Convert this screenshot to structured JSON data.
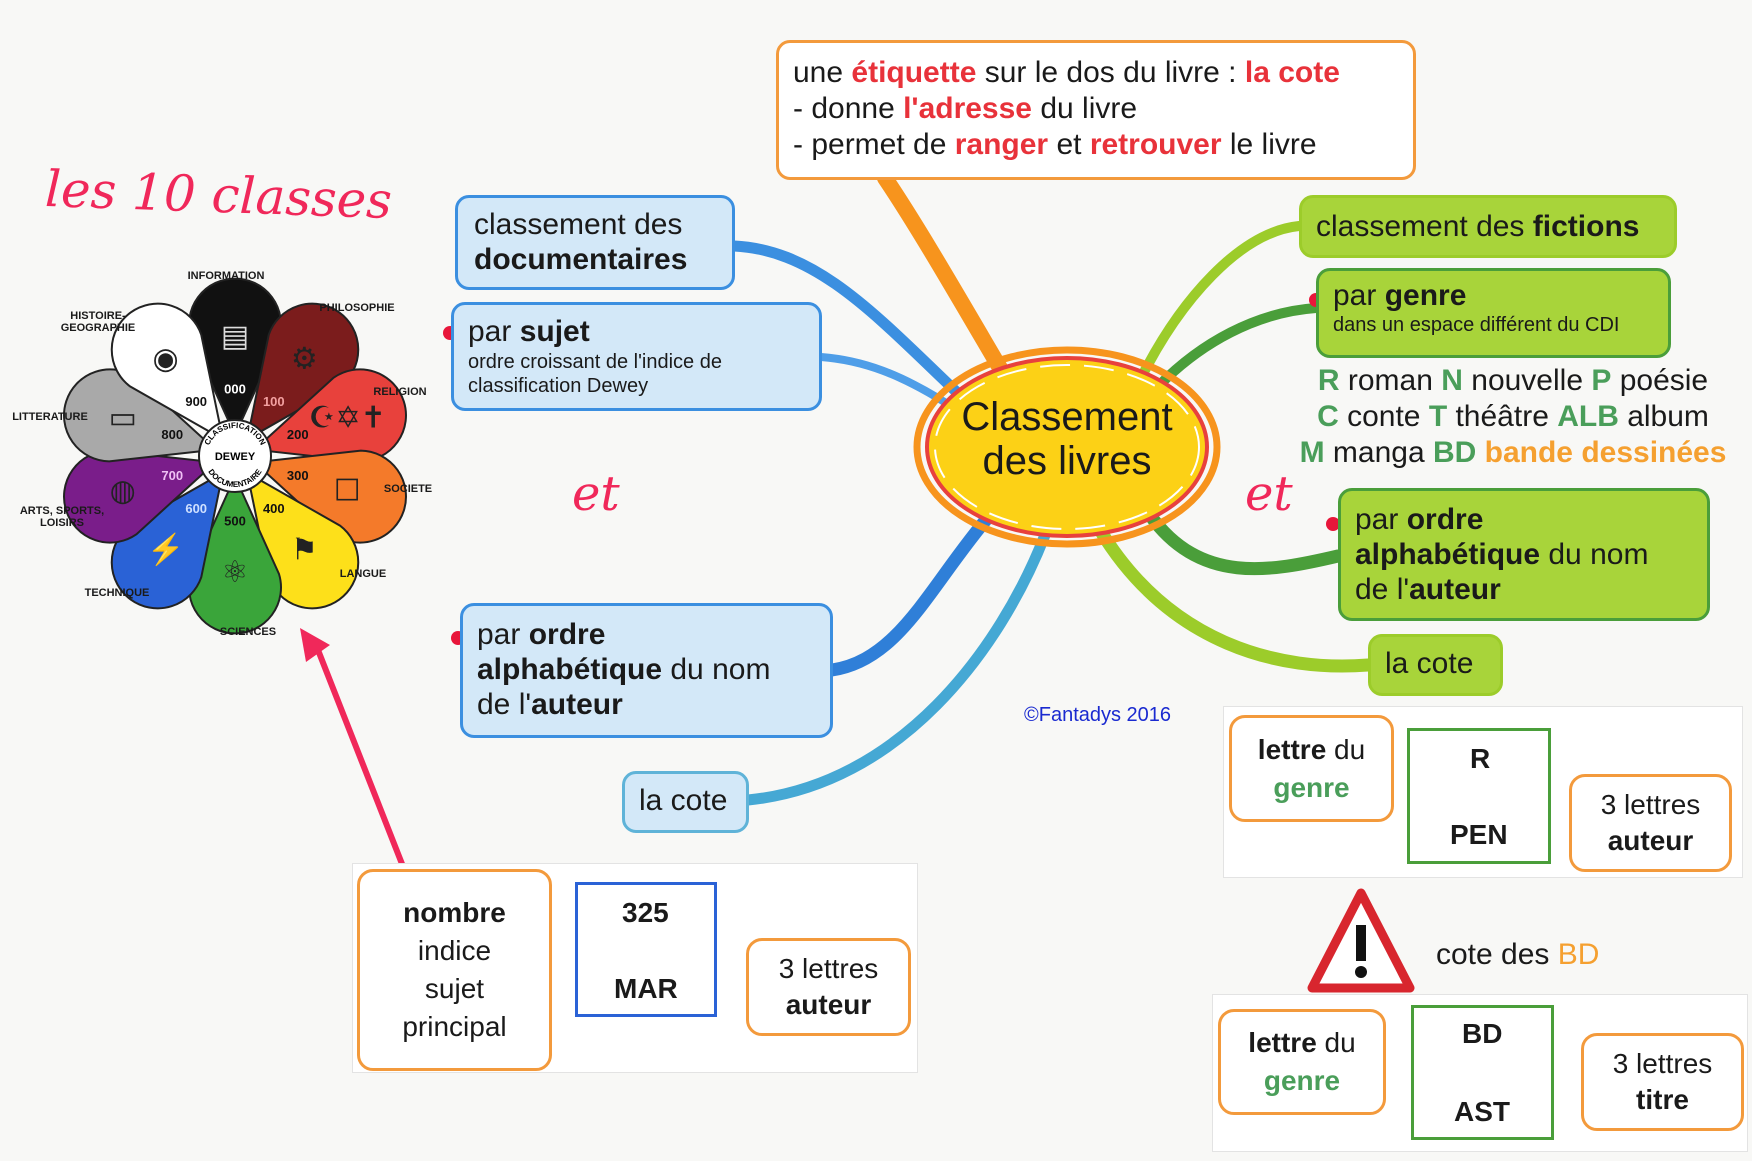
{
  "title_handwritten": "les 10 classes",
  "dewey": {
    "center": {
      "top": "CLASSIFICATION",
      "middle": "DEWEY",
      "bottom": "DOCUMENTAIRE"
    },
    "classes": [
      {
        "code": "000",
        "label": "INFORMATION",
        "color": "#111111",
        "text_color": "#ffffff",
        "icon": "newspaper-icon",
        "glyph": "▤"
      },
      {
        "code": "100",
        "label": "PHILOSOPHIE",
        "color": "#7b1c1c",
        "text_color": "#f2a0a0",
        "icon": "thinking-head-icon",
        "glyph": "⚙"
      },
      {
        "code": "200",
        "label": "RELIGION",
        "color": "#e8413c",
        "text_color": "#111111",
        "icon": "religion-symbols-icon",
        "glyph": "☪✡✝"
      },
      {
        "code": "300",
        "label": "SOCIETE",
        "color": "#f47a2a",
        "text_color": "#111111",
        "icon": "ballot-box-icon",
        "glyph": "☐"
      },
      {
        "code": "400",
        "label": "LANGUE",
        "color": "#fde01a",
        "text_color": "#111111",
        "icon": "flags-icon",
        "glyph": "⚑"
      },
      {
        "code": "500",
        "label": "SCIENCES",
        "color": "#3aa53a",
        "text_color": "#111111",
        "icon": "atom-icon",
        "glyph": "⚛"
      },
      {
        "code": "600",
        "label": "TECHNIQUE",
        "color": "#2a62d6",
        "text_color": "#cfe0ff",
        "icon": "power-plant-icon",
        "glyph": "⚡"
      },
      {
        "code": "700",
        "label": "ARTS, SPORTS, LOISIRS",
        "color": "#7a1d8a",
        "text_color": "#f0c0f5",
        "icon": "palette-icon",
        "glyph": "◍"
      },
      {
        "code": "800",
        "label": "LITTERATURE",
        "color": "#a9a9a9",
        "text_color": "#111111",
        "icon": "open-book-icon",
        "glyph": "▭"
      },
      {
        "code": "900",
        "label": "HISTOIRE-GEOGRAPHIE",
        "color": "#ffffff",
        "text_color": "#111111",
        "icon": "globe-icon",
        "glyph": "◉"
      }
    ]
  },
  "center_node": {
    "line1": "Classement",
    "line2": "des livres"
  },
  "etiquette": {
    "l1": [
      "une ",
      "étiquette",
      " sur le dos du livre : ",
      "la cote"
    ],
    "l2": [
      "- donne ",
      "l'adresse",
      " du livre"
    ],
    "l3": [
      "- permet de ",
      "ranger",
      " et ",
      "retrouver",
      " le livre"
    ]
  },
  "documentaires": {
    "title": [
      "classement des",
      "documentaires"
    ],
    "sujet": {
      "prefix": "par ",
      "bold": "sujet",
      "detail": "ordre croissant de l'indice de classification Dewey"
    },
    "auteur": {
      "l1a": "par ",
      "l1b": "ordre",
      "l2a": "alphabétique",
      "l2b": " du nom",
      "l3a": "de l'",
      "l3b": "auteur"
    },
    "cote": "la cote",
    "et": "et"
  },
  "fictions": {
    "title": [
      "classement des ",
      "fictions"
    ],
    "genre": {
      "prefix": "par ",
      "bold": "genre",
      "detail": "dans un espace différent du CDI"
    },
    "genres": [
      [
        [
          "R",
          " roman "
        ],
        [
          "N",
          " nouvelle "
        ],
        [
          "P",
          " poésie"
        ]
      ],
      [
        [
          "C",
          " conte "
        ],
        [
          "T",
          " théâtre "
        ],
        [
          "ALB",
          " album"
        ]
      ],
      [
        [
          "M",
          " manga "
        ],
        [
          "BD",
          " bande dessinées"
        ]
      ]
    ],
    "auteur": {
      "l1a": "par ",
      "l1b": "ordre",
      "l2a": "alphabétique",
      "l2b": " du nom",
      "l3a": "de l'",
      "l3b": "auteur"
    },
    "cote": "la cote",
    "et": "et"
  },
  "copyright": "©Fantadys 2016",
  "cote_doc": {
    "nombre": "nombre",
    "rest": [
      "indice",
      "sujet",
      "principal"
    ],
    "number": "325",
    "letters": "MAR",
    "trois": "3 lettres",
    "auteur": "auteur"
  },
  "cote_fiction": {
    "lettre": "lettre",
    "du": " du",
    "genre": "genre",
    "code": "R",
    "letters": "PEN",
    "trois": "3 lettres",
    "auteur": "auteur"
  },
  "cote_bd": {
    "warning_a": "cote des ",
    "warning_b": "BD",
    "lettre": "lettre",
    "du": " du",
    "genre": "genre",
    "code": "BD",
    "letters": "AST",
    "trois": "3 lettres",
    "titre": "titre"
  }
}
